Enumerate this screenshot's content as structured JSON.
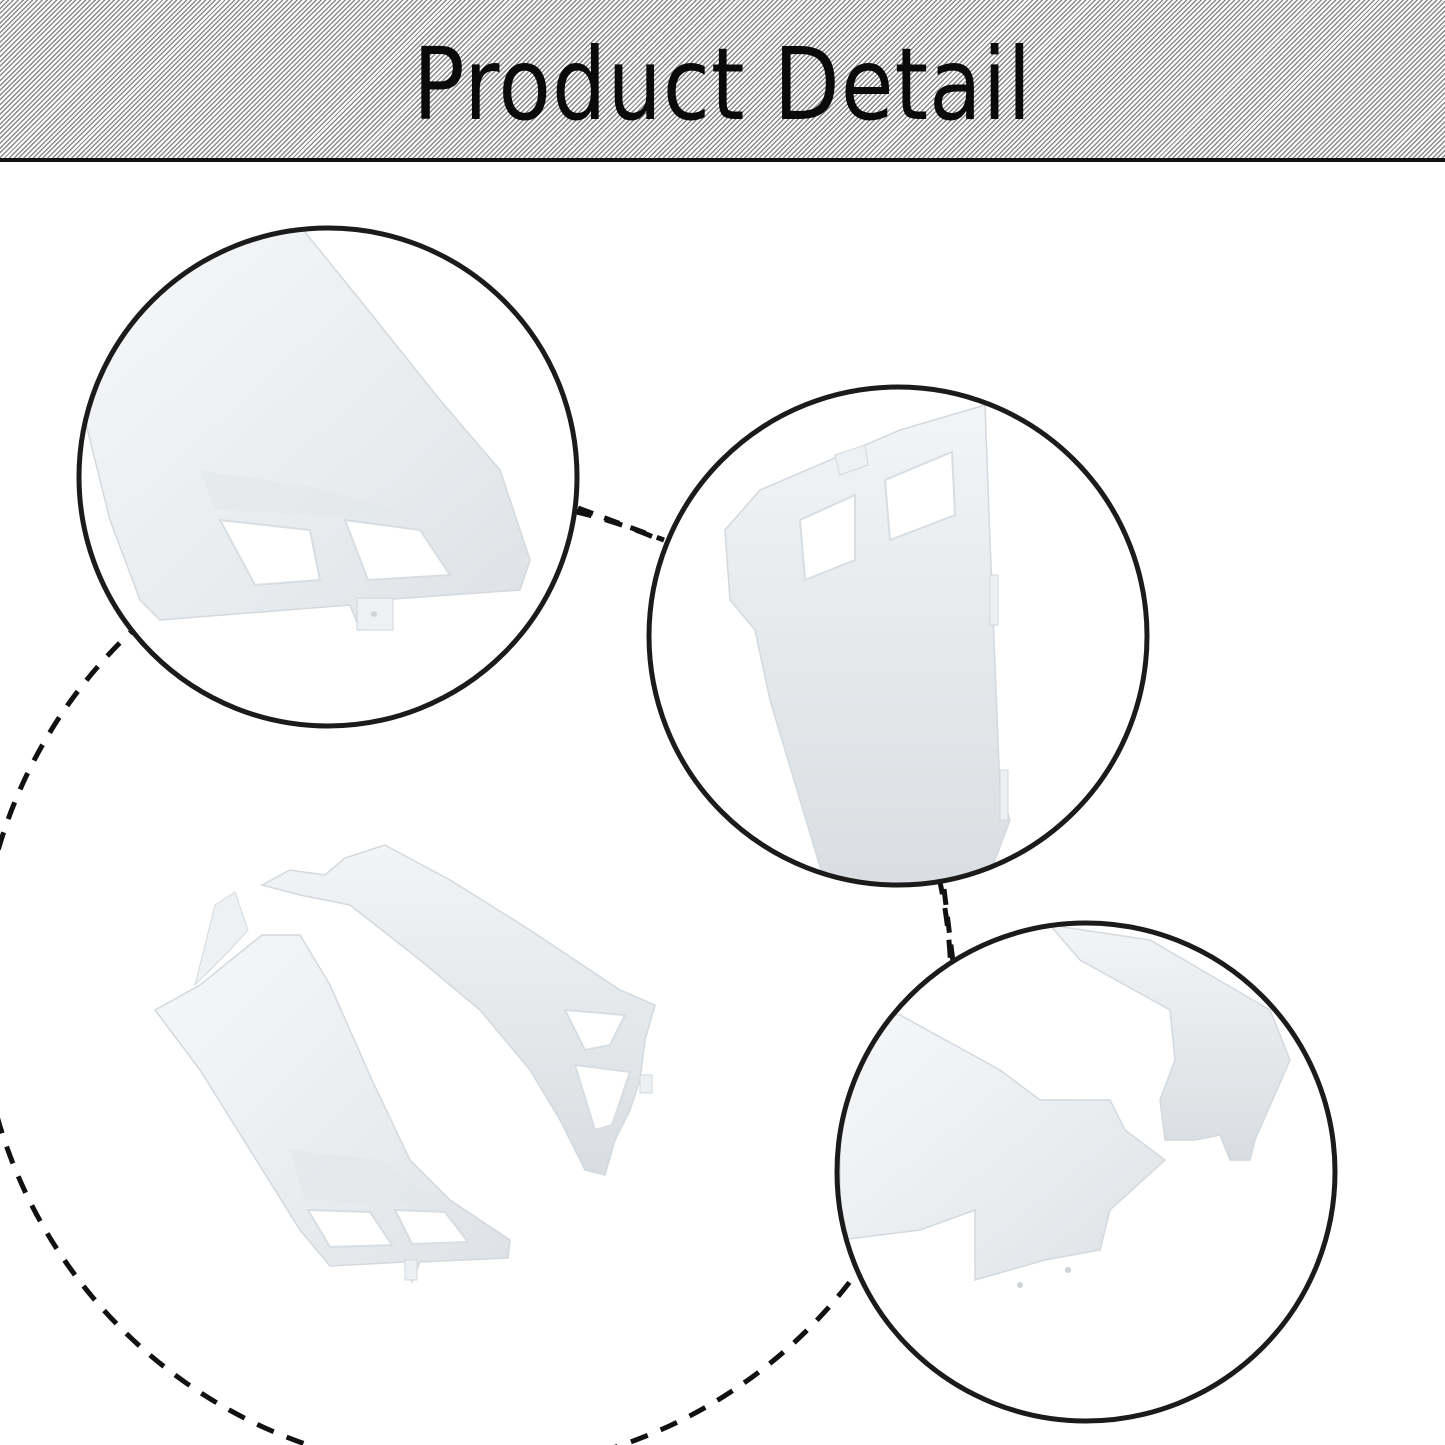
{
  "header": {
    "title": "Product Detail",
    "pattern": "diagonal-stripes",
    "stripe_color": "#8a8a8a",
    "rule_color": "#111111"
  },
  "main_image": {
    "subject": "white unpainted motorcycle side fairing panels (left and right pair)",
    "frame": "large-dashed-circle"
  },
  "detail_views": [
    {
      "id": "detail-1",
      "subject": "fairing panel vent openings close-up",
      "frame": "solid-circle"
    },
    {
      "id": "detail-2",
      "subject": "fairing panel inner side close-up",
      "frame": "solid-circle"
    },
    {
      "id": "detail-3",
      "subject": "fairing panel mounting tabs close-up",
      "frame": "solid-circle"
    }
  ],
  "colors": {
    "background": "#ffffff",
    "circle_stroke": "#1b1b1b",
    "part_light": "#f3f5f7",
    "part_mid": "#e5e8eb",
    "part_shadow": "#d3d8dc"
  }
}
